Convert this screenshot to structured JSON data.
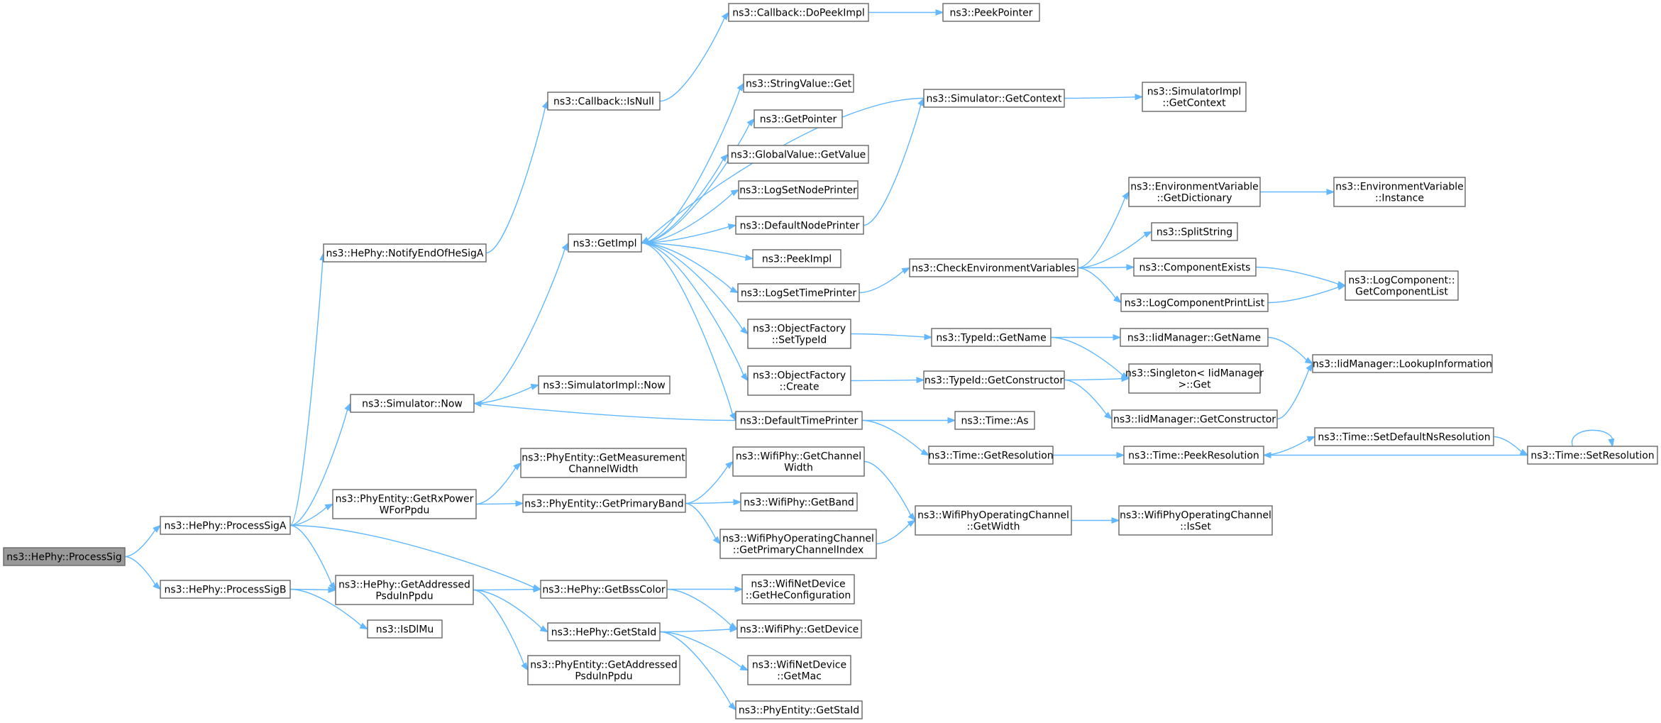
{
  "graph": {
    "edge_color": "#63b8ff",
    "node_border_color": "#666666",
    "root_fill_color": "#999999",
    "nodes": [
      {
        "id": "processSig",
        "lines": [
          "ns3::HePhy::ProcessSig"
        ],
        "root": true
      },
      {
        "id": "processSigA",
        "lines": [
          "ns3::HePhy::ProcessSigA"
        ]
      },
      {
        "id": "processSigB",
        "lines": [
          "ns3::HePhy::ProcessSigB"
        ]
      },
      {
        "id": "notifyEnd",
        "lines": [
          "ns3::HePhy::NotifyEndOfHeSigA"
        ]
      },
      {
        "id": "simNow",
        "lines": [
          "ns3::Simulator::Now"
        ]
      },
      {
        "id": "getRxPower",
        "lines": [
          "ns3::PhyEntity::GetRxPower",
          "WForPpdu"
        ]
      },
      {
        "id": "getAddressedHe",
        "lines": [
          "ns3::HePhy::GetAddressed",
          "PsduInPpdu"
        ]
      },
      {
        "id": "isDlMu",
        "lines": [
          "ns3::IsDlMu"
        ]
      },
      {
        "id": "cbIsNull",
        "lines": [
          "ns3::Callback::IsNull"
        ]
      },
      {
        "id": "getImpl",
        "lines": [
          "ns3::GetImpl"
        ]
      },
      {
        "id": "simImplNow",
        "lines": [
          "ns3::SimulatorImpl::Now"
        ]
      },
      {
        "id": "getMeasurement",
        "lines": [
          "ns3::PhyEntity::GetMeasurement",
          "ChannelWidth"
        ]
      },
      {
        "id": "getPrimaryBand",
        "lines": [
          "ns3::PhyEntity::GetPrimaryBand"
        ]
      },
      {
        "id": "getBssColor",
        "lines": [
          "ns3::HePhy::GetBssColor"
        ]
      },
      {
        "id": "getStaIdHe",
        "lines": [
          "ns3::HePhy::GetStaId"
        ]
      },
      {
        "id": "getAddressedPe",
        "lines": [
          "ns3::PhyEntity::GetAddressed",
          "PsduInPpdu"
        ]
      },
      {
        "id": "cbDoPeek",
        "lines": [
          "ns3::Callback::DoPeekImpl"
        ]
      },
      {
        "id": "stringValueGet",
        "lines": [
          "ns3::StringValue::Get"
        ]
      },
      {
        "id": "getPointer",
        "lines": [
          "ns3::GetPointer"
        ]
      },
      {
        "id": "globalValue",
        "lines": [
          "ns3::GlobalValue::GetValue"
        ]
      },
      {
        "id": "logSetNode",
        "lines": [
          "ns3::LogSetNodePrinter"
        ]
      },
      {
        "id": "defaultNode",
        "lines": [
          "ns3::DefaultNodePrinter"
        ]
      },
      {
        "id": "peekImpl",
        "lines": [
          "ns3::PeekImpl"
        ]
      },
      {
        "id": "logSetTime",
        "lines": [
          "ns3::LogSetTimePrinter"
        ]
      },
      {
        "id": "ofSetTypeId",
        "lines": [
          "ns3::ObjectFactory",
          "::SetTypeId"
        ]
      },
      {
        "id": "ofCreate",
        "lines": [
          "ns3::ObjectFactory",
          "::Create"
        ]
      },
      {
        "id": "defaultTime",
        "lines": [
          "ns3::DefaultTimePrinter"
        ]
      },
      {
        "id": "wifiGetChannelWidth",
        "lines": [
          "ns3::WifiPhy::GetChannel",
          "Width"
        ]
      },
      {
        "id": "wifiGetBand",
        "lines": [
          "ns3::WifiPhy::GetBand"
        ]
      },
      {
        "id": "wpocPrimaryIdx",
        "lines": [
          "ns3::WifiPhyOperatingChannel",
          "::GetPrimaryChannelIndex"
        ]
      },
      {
        "id": "wndGetHeConf",
        "lines": [
          "ns3::WifiNetDevice",
          "::GetHeConfiguration"
        ]
      },
      {
        "id": "wifiGetDevice",
        "lines": [
          "ns3::WifiPhy::GetDevice"
        ]
      },
      {
        "id": "wndGetMac",
        "lines": [
          "ns3::WifiNetDevice",
          "::GetMac"
        ]
      },
      {
        "id": "peGetStaId",
        "lines": [
          "ns3::PhyEntity::GetStaId"
        ]
      },
      {
        "id": "peekPointer",
        "lines": [
          "ns3::PeekPointer"
        ]
      },
      {
        "id": "simGetContext",
        "lines": [
          "ns3::Simulator::GetContext"
        ]
      },
      {
        "id": "checkEnv",
        "lines": [
          "ns3::CheckEnvironmentVariables"
        ]
      },
      {
        "id": "typeIdGetName",
        "lines": [
          "ns3::TypeId::GetName"
        ]
      },
      {
        "id": "typeIdGetCtor",
        "lines": [
          "ns3::TypeId::GetConstructor"
        ]
      },
      {
        "id": "timeAs",
        "lines": [
          "ns3::Time::As"
        ]
      },
      {
        "id": "timeGetRes",
        "lines": [
          "ns3::Time::GetResolution"
        ]
      },
      {
        "id": "wpocGetWidth",
        "lines": [
          "ns3::WifiPhyOperatingChannel",
          "::GetWidth"
        ]
      },
      {
        "id": "simImplGetContext",
        "lines": [
          "ns3::SimulatorImpl",
          "::GetContext"
        ]
      },
      {
        "id": "envGetDict",
        "lines": [
          "ns3::EnvironmentVariable",
          "::GetDictionary"
        ]
      },
      {
        "id": "splitString",
        "lines": [
          "ns3::SplitString"
        ]
      },
      {
        "id": "compExists",
        "lines": [
          "ns3::ComponentExists"
        ]
      },
      {
        "id": "logCompPrint",
        "lines": [
          "ns3::LogComponentPrintList"
        ]
      },
      {
        "id": "iidGetName",
        "lines": [
          "ns3::IidManager::GetName"
        ]
      },
      {
        "id": "singletonGet",
        "lines": [
          "ns3::Singleton< IidManager",
          ">::Get"
        ]
      },
      {
        "id": "iidGetCtor",
        "lines": [
          "ns3::IidManager::GetConstructor"
        ]
      },
      {
        "id": "timePeekRes",
        "lines": [
          "ns3::Time::PeekResolution"
        ]
      },
      {
        "id": "wpocIsSet",
        "lines": [
          "ns3::WifiPhyOperatingChannel",
          "::IsSet"
        ]
      },
      {
        "id": "envInstance",
        "lines": [
          "ns3::EnvironmentVariable",
          "::Instance"
        ]
      },
      {
        "id": "logCompGetList",
        "lines": [
          "ns3::LogComponent::",
          "GetComponentList"
        ]
      },
      {
        "id": "iidLookup",
        "lines": [
          "ns3::IidManager::LookupInformation"
        ]
      },
      {
        "id": "timeSetDefaultNs",
        "lines": [
          "ns3::Time::SetDefaultNsResolution"
        ]
      },
      {
        "id": "timeSetRes",
        "lines": [
          "ns3::Time::SetResolution"
        ]
      }
    ],
    "edges": [
      [
        "processSig",
        "processSigA"
      ],
      [
        "processSig",
        "processSigB"
      ],
      [
        "processSigA",
        "notifyEnd"
      ],
      [
        "processSigA",
        "simNow"
      ],
      [
        "processSigA",
        "getRxPower"
      ],
      [
        "processSigA",
        "getAddressedHe"
      ],
      [
        "processSigA",
        "getBssColor"
      ],
      [
        "processSigB",
        "getAddressedHe"
      ],
      [
        "processSigB",
        "isDlMu"
      ],
      [
        "notifyEnd",
        "cbIsNull"
      ],
      [
        "simNow",
        "getImpl"
      ],
      [
        "simNow",
        "simImplNow"
      ],
      [
        "getRxPower",
        "getMeasurement"
      ],
      [
        "getRxPower",
        "getPrimaryBand"
      ],
      [
        "getAddressedHe",
        "getBssColor"
      ],
      [
        "getAddressedHe",
        "getStaIdHe"
      ],
      [
        "getAddressedHe",
        "getAddressedPe"
      ],
      [
        "cbIsNull",
        "cbDoPeek"
      ],
      [
        "cbDoPeek",
        "peekPointer"
      ],
      [
        "getImpl",
        "stringValueGet"
      ],
      [
        "getImpl",
        "getPointer"
      ],
      [
        "getImpl",
        "globalValue"
      ],
      [
        "getImpl",
        "logSetNode"
      ],
      [
        "getImpl",
        "defaultNode"
      ],
      [
        "getImpl",
        "peekImpl"
      ],
      [
        "getImpl",
        "logSetTime"
      ],
      [
        "getImpl",
        "ofSetTypeId"
      ],
      [
        "getImpl",
        "ofCreate"
      ],
      [
        "getImpl",
        "defaultTime"
      ],
      [
        "defaultNode",
        "simGetContext"
      ],
      [
        "simGetContext",
        "getImpl"
      ],
      [
        "simGetContext",
        "simImplGetContext"
      ],
      [
        "logSetTime",
        "checkEnv"
      ],
      [
        "ofSetTypeId",
        "typeIdGetName"
      ],
      [
        "ofCreate",
        "typeIdGetCtor"
      ],
      [
        "defaultTime",
        "simNow"
      ],
      [
        "defaultTime",
        "timeAs"
      ],
      [
        "defaultTime",
        "timeGetRes"
      ],
      [
        "getPrimaryBand",
        "wifiGetChannelWidth"
      ],
      [
        "getPrimaryBand",
        "wifiGetBand"
      ],
      [
        "getPrimaryBand",
        "wpocPrimaryIdx"
      ],
      [
        "wifiGetChannelWidth",
        "wpocGetWidth"
      ],
      [
        "wpocPrimaryIdx",
        "wpocGetWidth"
      ],
      [
        "getBssColor",
        "wndGetHeConf"
      ],
      [
        "getBssColor",
        "wifiGetDevice"
      ],
      [
        "getStaIdHe",
        "wifiGetDevice"
      ],
      [
        "getStaIdHe",
        "wndGetMac"
      ],
      [
        "getStaIdHe",
        "peGetStaId"
      ],
      [
        "checkEnv",
        "envGetDict"
      ],
      [
        "checkEnv",
        "splitString"
      ],
      [
        "checkEnv",
        "compExists"
      ],
      [
        "checkEnv",
        "logCompPrint"
      ],
      [
        "envGetDict",
        "envInstance"
      ],
      [
        "compExists",
        "logCompGetList"
      ],
      [
        "logCompPrint",
        "logCompGetList"
      ],
      [
        "typeIdGetName",
        "iidGetName"
      ],
      [
        "typeIdGetName",
        "singletonGet"
      ],
      [
        "typeIdGetCtor",
        "singletonGet"
      ],
      [
        "typeIdGetCtor",
        "iidGetCtor"
      ],
      [
        "iidGetName",
        "iidLookup"
      ],
      [
        "iidGetCtor",
        "iidLookup"
      ],
      [
        "timeGetRes",
        "timePeekRes"
      ],
      [
        "timePeekRes",
        "timeSetDefaultNs"
      ],
      [
        "timeSetDefaultNs",
        "timeSetRes"
      ],
      [
        "timeSetRes",
        "timePeekRes"
      ],
      [
        "timeSetRes",
        "timeSetRes"
      ],
      [
        "wpocGetWidth",
        "wpocIsSet"
      ]
    ]
  }
}
